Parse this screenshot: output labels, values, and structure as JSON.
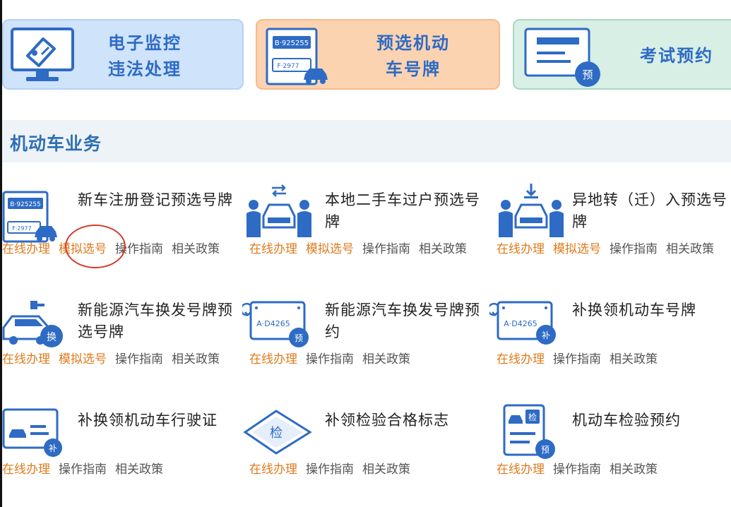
{
  "top_cards": [
    {
      "id": "monitor",
      "line1": "电子监控",
      "line2": "违法处理"
    },
    {
      "id": "plate",
      "line1": "预选机动",
      "line2": "车号牌",
      "plate_top": "B·925255",
      "plate_bottom": "F·2977"
    },
    {
      "id": "exam",
      "line1": "考试预约",
      "badge": "预"
    }
  ],
  "section": {
    "title": "机动车业务"
  },
  "services": [
    {
      "title": "新车注册登记预选号牌",
      "plate_top": "B·925255",
      "plate_bottom": "F·2977",
      "links": [
        "在线办理",
        "模拟选号",
        "操作指南",
        "相关政策"
      ]
    },
    {
      "title": "本地二手车过户预选号牌",
      "links": [
        "在线办理",
        "模拟选号",
        "操作指南",
        "相关政策"
      ]
    },
    {
      "title": "异地转（迁）入预选号牌",
      "links": [
        "在线办理",
        "模拟选号",
        "操作指南",
        "相关政策"
      ]
    },
    {
      "title": "新能源汽车换发号牌预选号牌",
      "badge": "换",
      "links": [
        "在线办理",
        "模拟选号",
        "操作指南",
        "相关政策"
      ]
    },
    {
      "title": "新能源汽车换发号牌预约",
      "plate": "A·D4265",
      "badge": "预",
      "links": [
        "在线办理",
        "操作指南",
        "相关政策"
      ]
    },
    {
      "title": "补换领机动车号牌",
      "plate": "A·D4265",
      "badge": "补",
      "links": [
        "在线办理",
        "操作指南",
        "相关政策"
      ]
    },
    {
      "title": "补换领机动车行驶证",
      "badge": "补",
      "links": [
        "在线办理",
        "操作指南",
        "相关政策"
      ]
    },
    {
      "title": "补领检验合格标志",
      "badge": "检",
      "links": [
        "在线办理",
        "操作指南",
        "相关政策"
      ]
    },
    {
      "title": "机动车检验预约",
      "badge_top": "检",
      "badge": "预",
      "links": [
        "在线办理",
        "操作指南",
        "相关政策"
      ]
    }
  ],
  "colors": {
    "accent_blue": "#2e6bc4",
    "link_orange": "#e07a1c",
    "annotation_red": "#d23c2a"
  }
}
